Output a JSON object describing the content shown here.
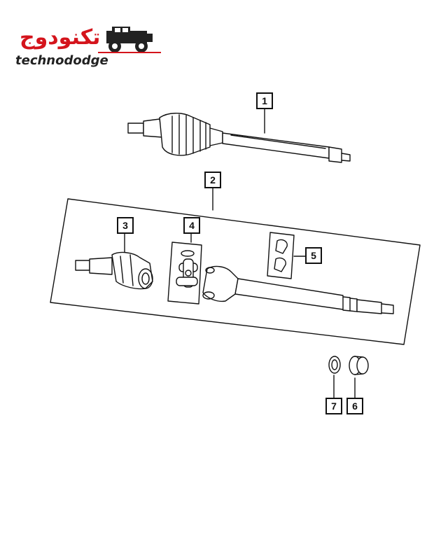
{
  "logo": {
    "arabic_text": "تكنودوج",
    "english_text": "technododge"
  },
  "callouts": [
    {
      "id": "1",
      "label": "1"
    },
    {
      "id": "2",
      "label": "2"
    },
    {
      "id": "3",
      "label": "3"
    },
    {
      "id": "4",
      "label": "4"
    },
    {
      "id": "5",
      "label": "5"
    },
    {
      "id": "6",
      "label": "6"
    },
    {
      "id": "7",
      "label": "7"
    }
  ],
  "colors": {
    "line": "#111111",
    "brand_red": "#d4141c",
    "background": "#ffffff"
  }
}
